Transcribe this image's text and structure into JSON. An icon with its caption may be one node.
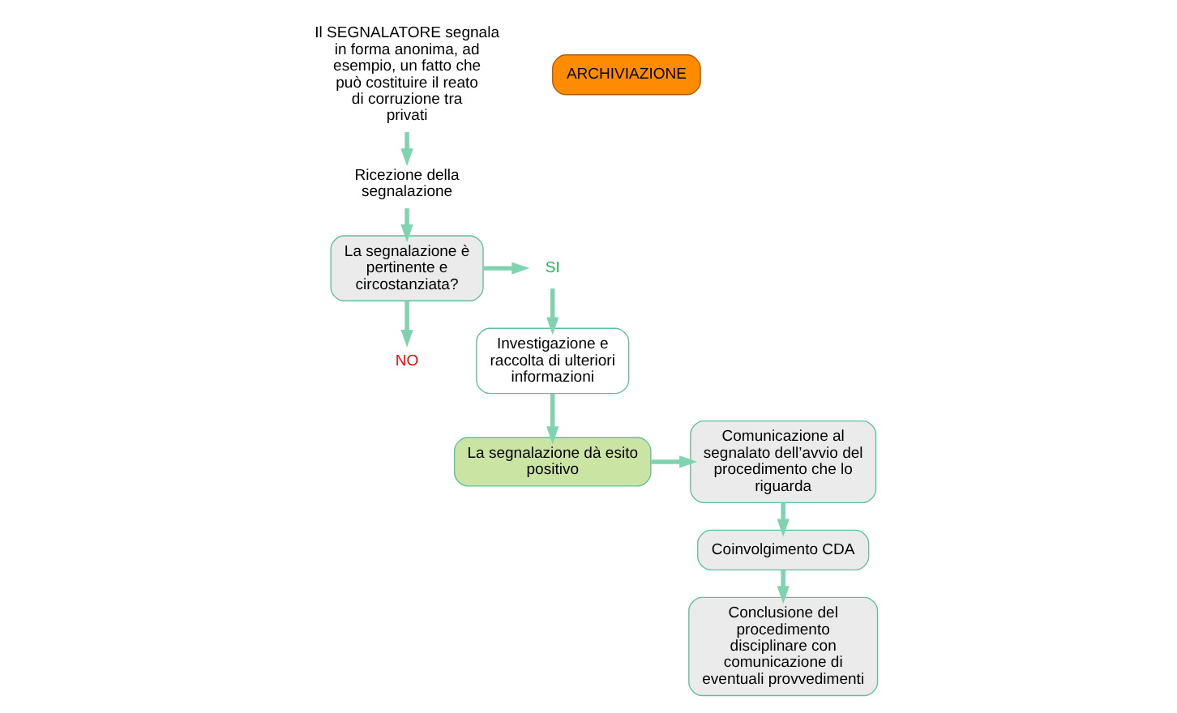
{
  "diagram": {
    "nodes": [
      {
        "text": [
          "Il SEGNALATORE segnala in forma anonima, ad esempio, un fatto che può costituire il reato  di corruzione tra privati"
        ]
      },
      {
        "text": [
          "Ricezione della segnalazione"
        ]
      },
      {
        "text": [
          "La segnalazione è pertinente e circostanziata?"
        ]
      },
      {
        "text": [
          "SI"
        ]
      },
      {
        "text": [
          "Investigazione e raccolta di ulteriori informazioni"
        ]
      },
      {
        "text": [
          "La segnalazione dà esito positivo"
        ]
      },
      {
        "text": [
          "Comunicazione al segnalato dell’avvio del procedimento che lo riguarda"
        ]
      },
      {
        "text": [
          "Coinvolgimento CDA"
        ]
      },
      {
        "text": [
          "Conclusione del procedimento disciplinare con comunicazione di eventuali provvedimenti"
        ]
      },
      {
        "text": [
          "NO"
        ]
      },
      {
        "text": [
          "ARCHIVIAZIONE"
        ]
      }
    ],
    "edges": [
      {
        "from": 0,
        "to": 1,
        "arrow": "to"
      },
      {
        "from": 1,
        "to": 2,
        "arrow": "to"
      },
      {
        "from": 2,
        "to": 3,
        "arrow": "to"
      },
      {
        "from": 3,
        "to": 4,
        "arrow": "to"
      },
      {
        "from": 4,
        "to": 5,
        "arrow": "to"
      },
      {
        "from": 5,
        "to": 6,
        "arrow": "to"
      },
      {
        "from": 6,
        "to": 7,
        "arrow": "to"
      },
      {
        "from": 7,
        "to": 8,
        "arrow": "to"
      },
      {
        "from": 2,
        "to": 9,
        "arrow": "to"
      }
    ]
  }
}
